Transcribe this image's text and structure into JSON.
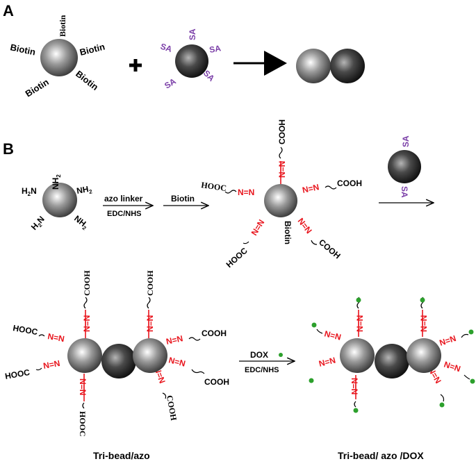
{
  "panels": {
    "a": "A",
    "b": "B"
  },
  "labels": {
    "biotin": "Biotin",
    "sa": "SA",
    "nh2": "NH",
    "nh2_sub": "2",
    "h2n_h": "H",
    "h2n_sub": "2",
    "h2n_n": "N",
    "cooh": "COOH",
    "hooc": "HOOC",
    "azo": "N=N",
    "dox": "DOX"
  },
  "arrows": {
    "azo_linker": "azo linker",
    "edc_nhs_1": "EDC/NHS",
    "biotin_step": "Biotin",
    "edc_nhs_2": "EDC/NHS"
  },
  "captions": {
    "tribead_azo": "Tri-bead/azo",
    "tribead_azo_dox": "Tri-bead/ azo /DOX"
  },
  "colors": {
    "azo": "#e8141c",
    "sa": "#7b3fa8",
    "dox": "#2ca02c"
  }
}
